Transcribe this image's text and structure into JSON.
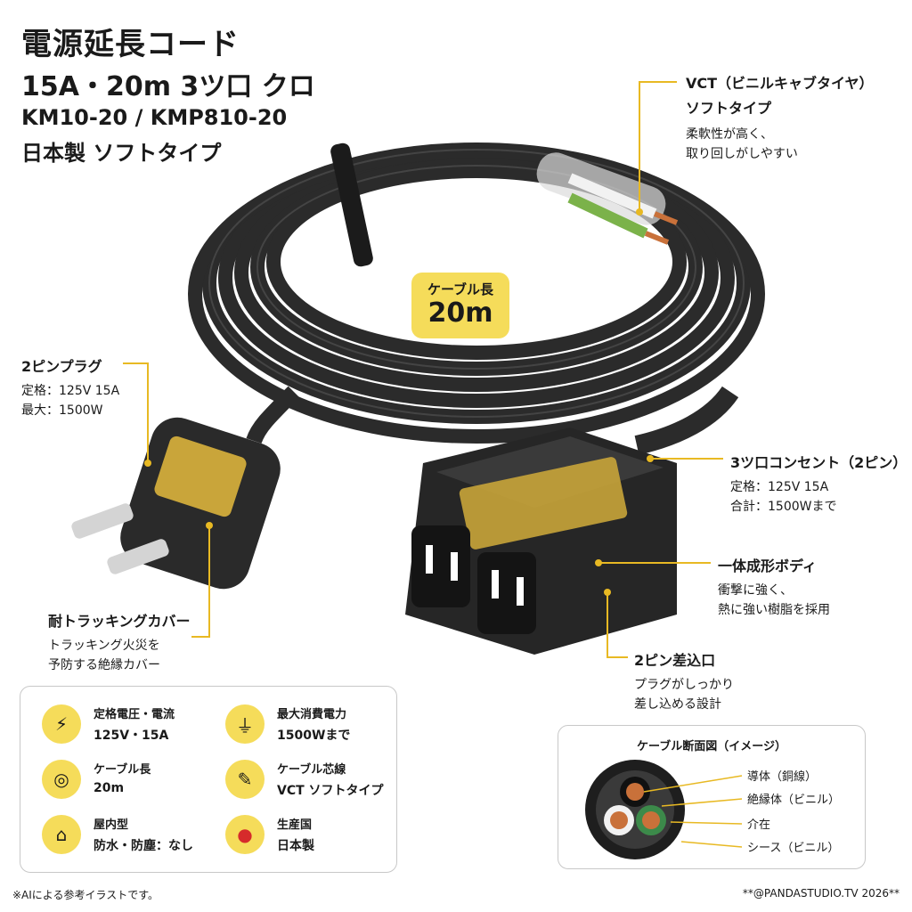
{
  "titles": {
    "line1": "電源延長コード",
    "line2": "15A・20m 3ツ口 クロ",
    "line3": "KM10-20 / KMP810-20",
    "line4": "日本製 ソフトタイプ"
  },
  "cable_length_badge": {
    "label": "ケーブル長",
    "value": "20m"
  },
  "callouts": {
    "vct": {
      "heading1": "VCT（ビニルキャブタイヤ）",
      "heading2": "ソフトタイプ",
      "text1": "柔軟性が高く、",
      "text2": "取り回しがしやすい"
    },
    "plug": {
      "heading": "2ピンプラグ",
      "text1": "定格：125V 15A",
      "text2": "最大：1500W"
    },
    "outlet": {
      "heading": "3ツ口コンセント（2ピン）",
      "text1": "定格：125V 15A",
      "text2": "合計：1500Wまで"
    },
    "body": {
      "heading": "一体成形ボディ",
      "text1": "衝撃に強く、",
      "text2": "熱に強い樹脂を採用"
    },
    "cover": {
      "heading": "耐トラッキングカバー",
      "text1": "トラッキング火災を",
      "text2": "予防する絶縁カバー"
    },
    "slot": {
      "heading": "2ピン差込口",
      "text1": "プラグがしっかり",
      "text2": "差し込める設計"
    }
  },
  "specs": [
    {
      "icon": "lightning-icon",
      "glyph": "⚡",
      "key": "定格電圧・電流",
      "value": "125V・15A"
    },
    {
      "icon": "plug-icon",
      "glyph": "⏚",
      "key": "最大消費電力",
      "value": "1500Wまで"
    },
    {
      "icon": "cable-coil-icon",
      "glyph": "◎",
      "key": "ケーブル長",
      "value": "20m"
    },
    {
      "icon": "cable-core-icon",
      "glyph": "✎",
      "key": "ケーブル芯線",
      "value": "VCT ソフトタイプ"
    },
    {
      "icon": "house-icon",
      "glyph": "⌂",
      "key": "屋内型",
      "value": "防水・防塵：なし"
    },
    {
      "icon": "japan-flag-icon",
      "glyph": "●",
      "key": "生産国",
      "value": "日本製"
    }
  ],
  "cross_section": {
    "title": "ケーブル断面図（イメージ）",
    "labels": [
      "導体（銅線）",
      "絶縁体（ビニル）",
      "介在",
      "シース（ビニル）"
    ]
  },
  "footer": {
    "left": "※AIによる参考イラストです。",
    "right": "**@PANDASTUDIO.TV 2026**"
  },
  "colors": {
    "accent": "#f5dc5a",
    "leader": "#e8b923",
    "cable": "#2b2b2b",
    "brass": "#c9a53a"
  }
}
